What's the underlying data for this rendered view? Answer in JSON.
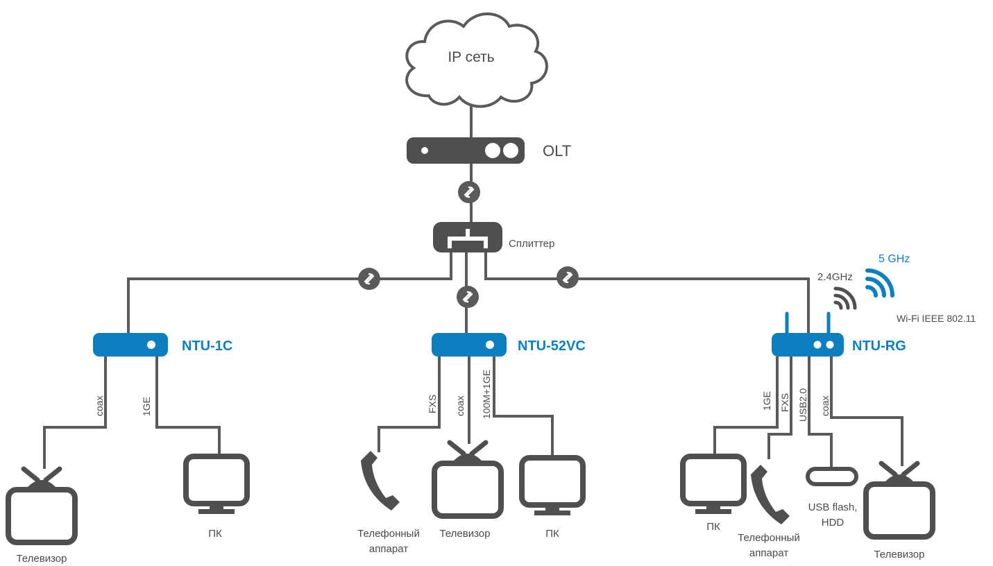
{
  "cloud": {
    "label": "IP сеть"
  },
  "olt": {
    "label": "OLT"
  },
  "splitter": {
    "label": "Сплиттер"
  },
  "ntu1c": {
    "name": "NTU-1C",
    "ports": [
      "coax",
      "1GE"
    ],
    "devices": [
      "Телевизор",
      "ПК"
    ]
  },
  "ntu52vc": {
    "name": "NTU-52VC",
    "ports": [
      "FXS",
      "coax",
      "100M+1GE"
    ],
    "devices": [
      "Телефонный аппарат",
      "Телевизор",
      "ПК"
    ],
    "phone_lines": [
      "Телефонный",
      "аппарат"
    ]
  },
  "ntug": {
    "name": "NTU-RG",
    "ports": [
      "1GE",
      "FXS",
      "USB2.0",
      "coax"
    ],
    "devices": [
      "ПК",
      "Телефонный аппарат",
      "USB flash, HDD",
      "Телевизор"
    ],
    "phone_lines": [
      "Телефонный",
      "аппарат"
    ],
    "usb_lines": [
      "USB flash,",
      "HDD"
    ]
  },
  "wifi": {
    "band_24": "2.4GHz",
    "band_5": "5 GHz",
    "standard": "Wi-Fi IEEE 802.11"
  },
  "colors": {
    "accent": "#0d7fc1",
    "dark": "#4f4f4f",
    "wire": "#5a5a5a"
  }
}
